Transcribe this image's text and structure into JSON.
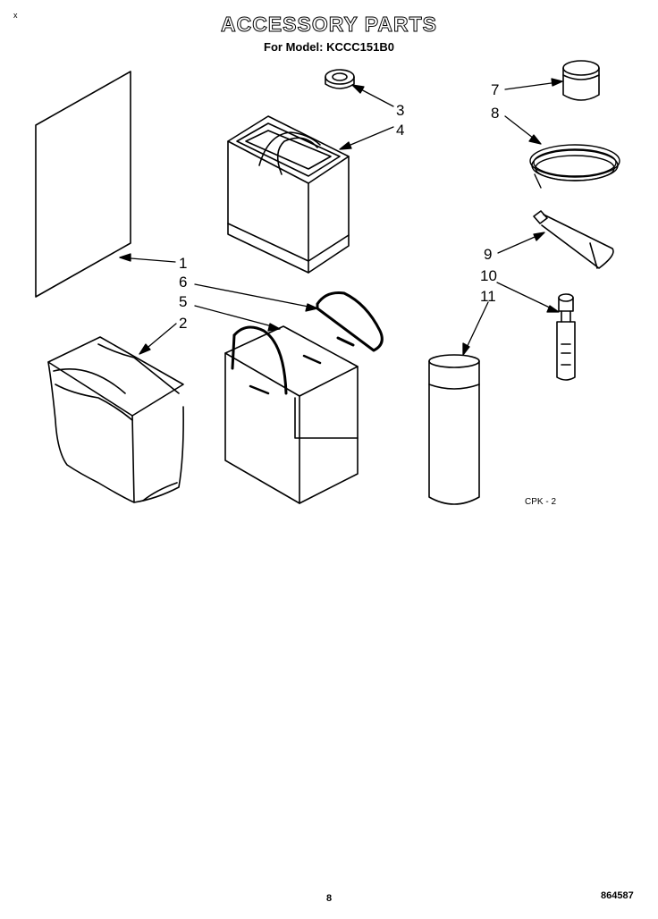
{
  "title": "ACCESSORY PARTS",
  "subtitle": "For Model: KCCC151B0",
  "corner_mark": "x",
  "callouts": [
    {
      "id": "1",
      "label": "1"
    },
    {
      "id": "2",
      "label": "2"
    },
    {
      "id": "3",
      "label": "3"
    },
    {
      "id": "4",
      "label": "4"
    },
    {
      "id": "5",
      "label": "5"
    },
    {
      "id": "6",
      "label": "6"
    },
    {
      "id": "7",
      "label": "7"
    },
    {
      "id": "8",
      "label": "8"
    },
    {
      "id": "9",
      "label": "9"
    },
    {
      "id": "10",
      "label": "10"
    },
    {
      "id": "11",
      "label": "11"
    }
  ],
  "diagram_code": "CPK - 2",
  "page_number": "8",
  "document_number": "864587"
}
